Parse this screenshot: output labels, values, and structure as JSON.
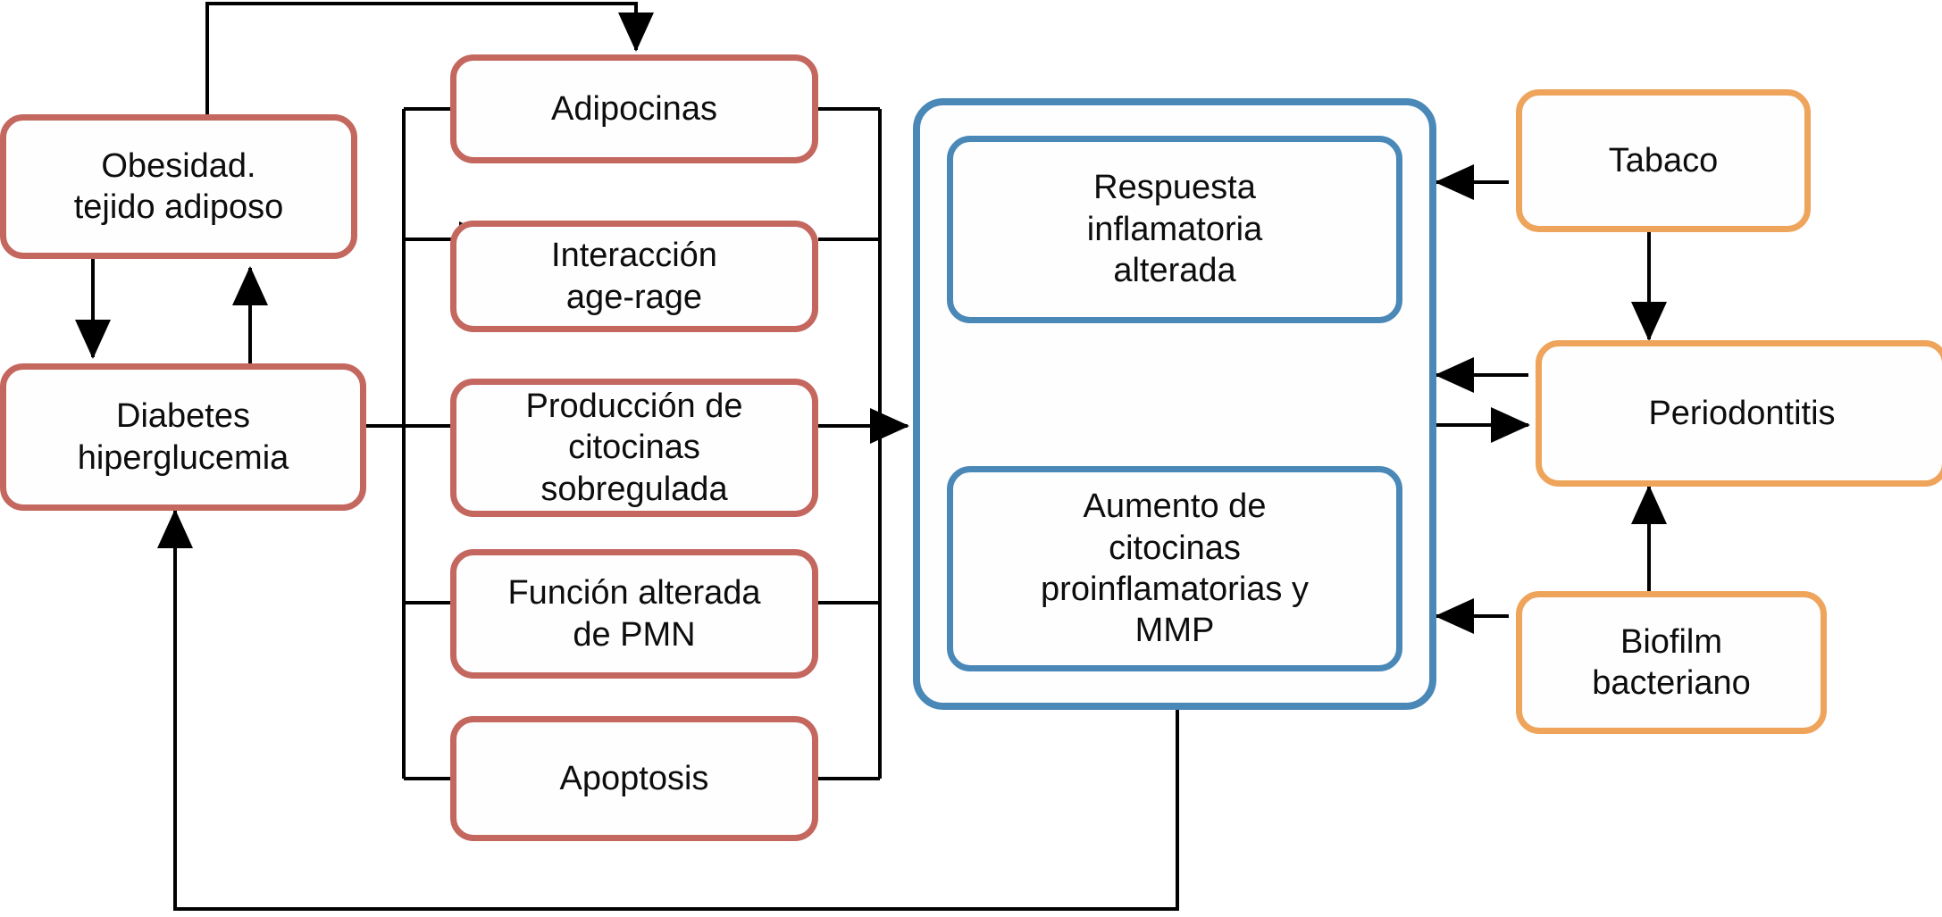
{
  "diagram": {
    "title": "Relacion entre obesidad, diabetes, inflamacion y periodontitis",
    "colors": {
      "red": "#c4675f",
      "orange": "#efa45c",
      "blue": "#4a88b8",
      "edge": "#000000",
      "background": "#ffffff"
    },
    "nodes": {
      "obesidad": "Obesidad.\ntejido adiposo",
      "diabetes": "Diabetes\nhiperglucemia",
      "adipocinas": "Adipocinas",
      "interaccion": "Interacción\nage-rage",
      "produccion": "Producción de\ncitocinas\nsobregulada",
      "funcion": "Función alterada\nde PMN",
      "apoptosis": "Apoptosis",
      "respuesta": "Respuesta\ninflamatoria\nalterada",
      "aumento": "Aumento de\ncitocinas\nproinflamatorias y\nMMP",
      "tabaco": "Tabaco",
      "periodontitis": "Periodontitis",
      "biofilm": "Biofilm\nbacteriano"
    },
    "edges": [
      {
        "from": "obesidad",
        "to": "diabetes",
        "style": "arrow-down"
      },
      {
        "from": "diabetes",
        "to": "obesidad",
        "style": "arrow-up"
      },
      {
        "from": "obesidad",
        "to": "adipocinas",
        "style": "routed-top"
      },
      {
        "from": "diabetes",
        "to": "adipocinas",
        "style": "bus-right"
      },
      {
        "from": "diabetes",
        "to": "interaccion",
        "style": "bus-right"
      },
      {
        "from": "diabetes",
        "to": "produccion",
        "style": "bus-right"
      },
      {
        "from": "diabetes",
        "to": "funcion",
        "style": "bus-right"
      },
      {
        "from": "diabetes",
        "to": "apoptosis",
        "style": "bus-right"
      },
      {
        "from": "mediators-bus",
        "to": "inflammation-container",
        "style": "collector-arrow"
      },
      {
        "from": "respuesta",
        "to": "aumento",
        "style": "arrow-down"
      },
      {
        "from": "aumento",
        "to": "respuesta",
        "style": "arrow-up"
      },
      {
        "from": "tabaco",
        "to": "inflammation-container",
        "style": "arrow-left"
      },
      {
        "from": "tabaco",
        "to": "periodontitis",
        "style": "arrow-down"
      },
      {
        "from": "periodontitis",
        "to": "inflammation-container",
        "style": "arrow-left"
      },
      {
        "from": "inflammation-container",
        "to": "periodontitis",
        "style": "arrow-right"
      },
      {
        "from": "biofilm",
        "to": "inflammation-container",
        "style": "arrow-left"
      },
      {
        "from": "biofilm",
        "to": "periodontitis",
        "style": "arrow-up"
      },
      {
        "from": "inflammation-container",
        "to": "diabetes",
        "style": "feedback-bottom"
      }
    ]
  }
}
